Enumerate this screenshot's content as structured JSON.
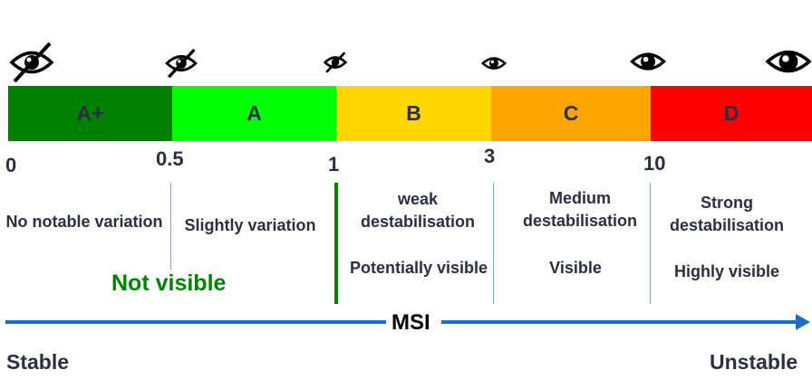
{
  "colors": {
    "A_plus": "#008000",
    "A": "#00ff00",
    "B": "#ffd700",
    "C": "#ffa500",
    "D": "#ff0000",
    "axis": "#1a6fc4",
    "not_visible": "#008000"
  },
  "grades": [
    {
      "label": "A+"
    },
    {
      "label": "A"
    },
    {
      "label": "B"
    },
    {
      "label": "C"
    },
    {
      "label": "D"
    }
  ],
  "ticks": [
    "0",
    "0.5",
    "1",
    "3",
    "10"
  ],
  "descriptions": {
    "a_plus": "No notable variation",
    "a": "Slightly variation",
    "b": "weak destabilisation",
    "c": "Medium destabilisation",
    "d": "Strong destabilisation"
  },
  "visibility": {
    "not_visible": "Not visible",
    "b": "Potentially visible",
    "c": "Visible",
    "d": "Highly visible"
  },
  "axis": {
    "label": "MSI",
    "left": "Stable",
    "right": "Unstable"
  },
  "icons": [
    "eye-crossed-icon",
    "eye-crossed-icon",
    "eye-crossed-icon",
    "eye-icon",
    "eye-icon",
    "eye-icon"
  ]
}
